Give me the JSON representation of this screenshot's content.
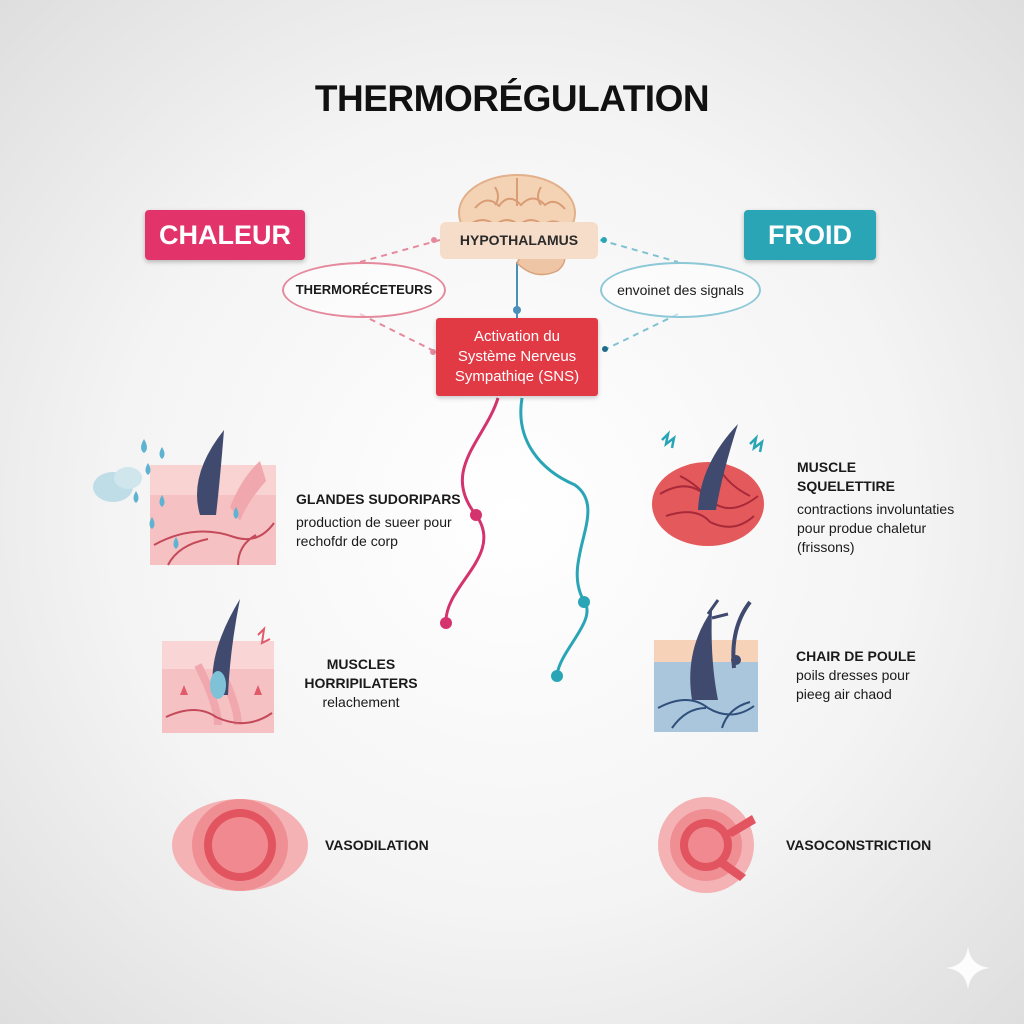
{
  "title": "THERMORÉGULATION",
  "left_tag": "CHALEUR",
  "right_tag": "FROID",
  "center": {
    "hypothalamus": "HYPOTHALAMUS",
    "left_oval": "THERMORÉCETEURS",
    "right_oval": "envoinet des signals",
    "sns_line1": "Activation du",
    "sns_line2": "Système Nerveus",
    "sns_line3": "Sympathiqe (SNS)"
  },
  "left": {
    "glandes": {
      "title": "GLANDES SUDORIPARS",
      "desc1": "production de sueer pour",
      "desc2": "rechofdr de corp"
    },
    "muscles": {
      "title1": "MUSCLES",
      "title2": "HORRIPILATERS",
      "desc": "relachement"
    },
    "vaso": {
      "title": "VASODILATION"
    }
  },
  "right": {
    "muscle": {
      "title1": "MUSCLE",
      "title2": "SQUELETTIRE",
      "desc1": "contractions involuntaties",
      "desc2": "pour produe chaletur",
      "desc3": "(frissons)"
    },
    "chair": {
      "title": "CHAIR DE POULE",
      "desc1": "poils dresses pour",
      "desc2": "pieeg air chaod"
    },
    "vaso": {
      "title": "VASOCONSTRICTION"
    }
  },
  "colors": {
    "heat": "#e2336b",
    "cold": "#2aa5b6",
    "sns": "#e23a45",
    "hypothalamus": "#f6ddc9"
  }
}
